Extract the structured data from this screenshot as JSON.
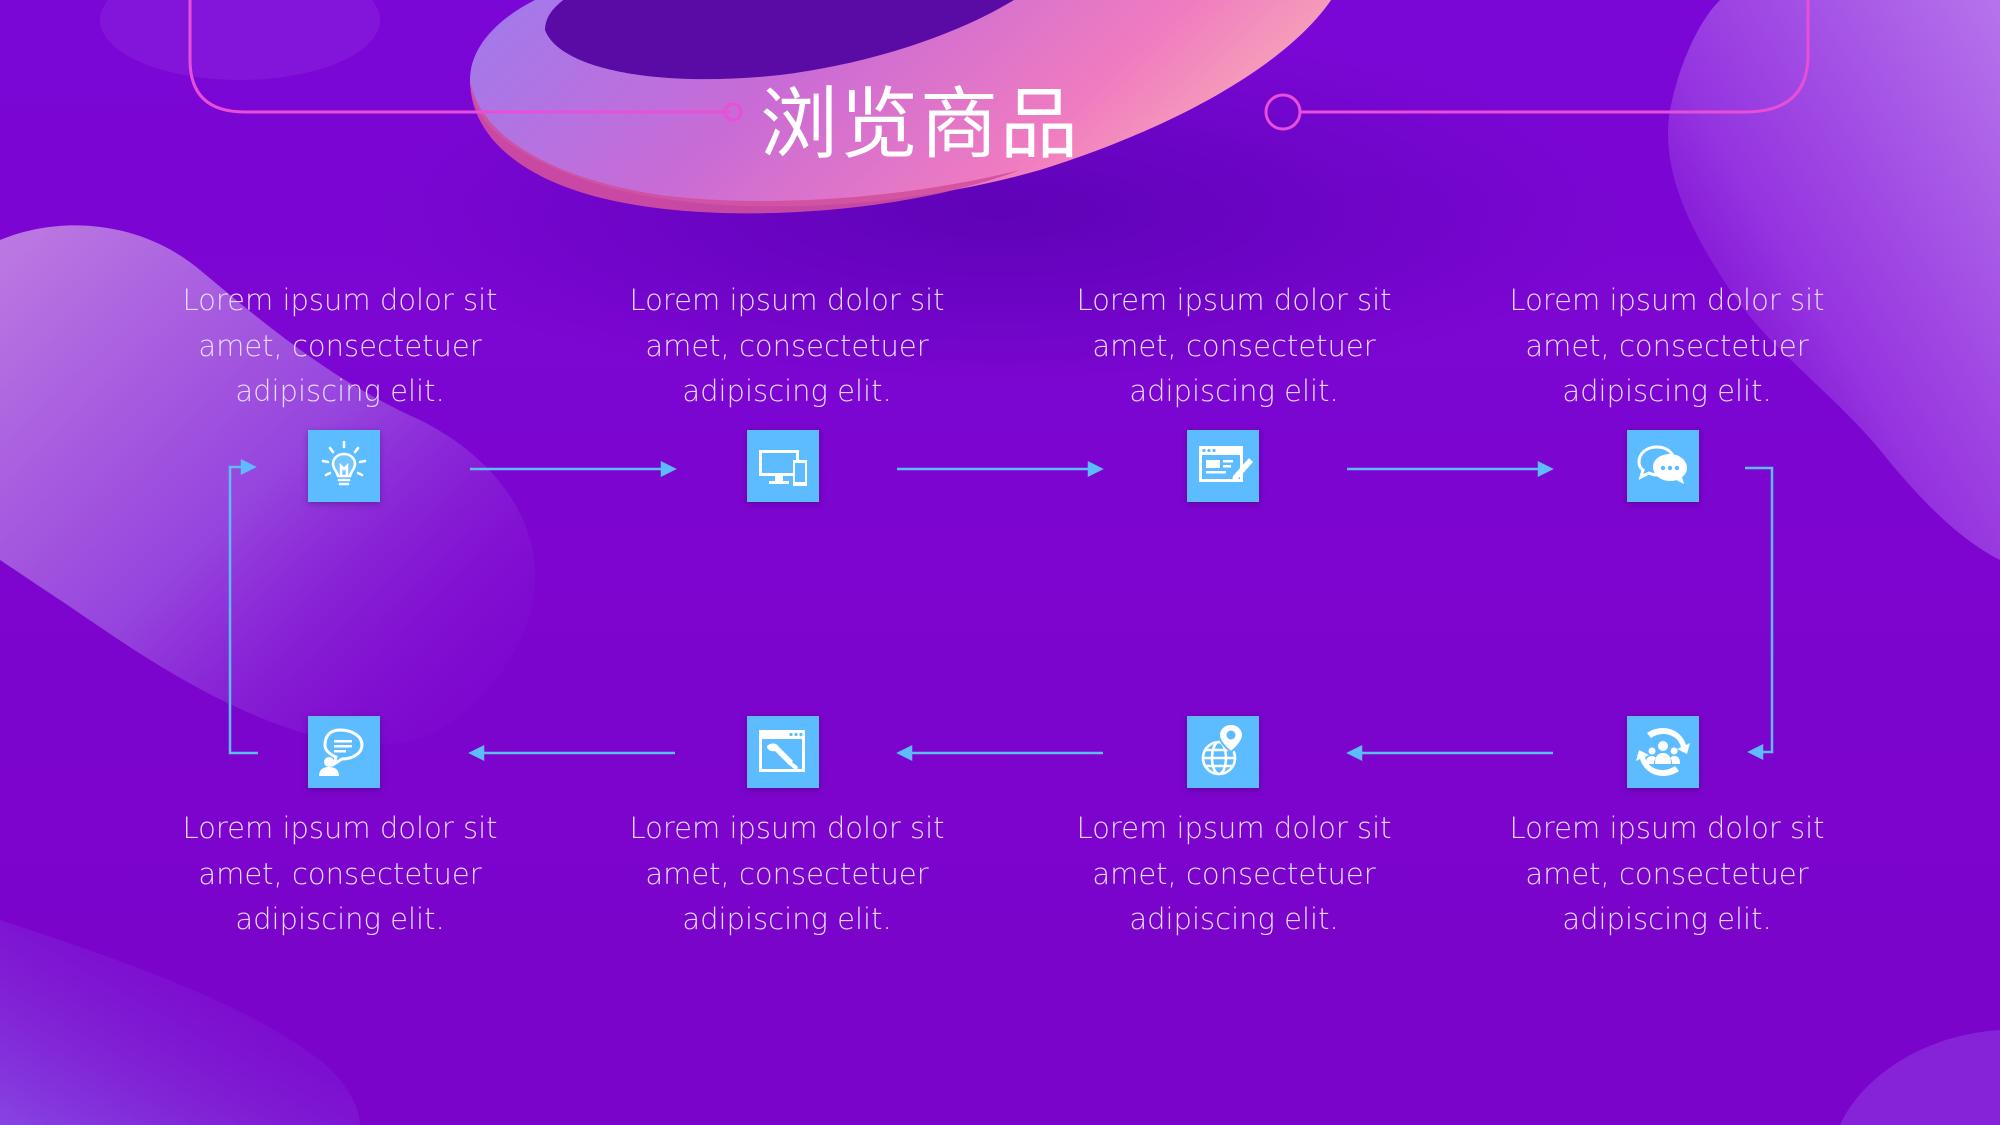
{
  "title": "浏览商品",
  "steps": [
    {
      "icon": "lightbulb-icon",
      "lines": [
        "Lorem ipsum dolor sit",
        "amet, consectetuer",
        "adipiscing elit."
      ]
    },
    {
      "icon": "devices-icon",
      "lines": [
        "Lorem ipsum dolor sit",
        "amet, consectetuer",
        "adipiscing elit."
      ]
    },
    {
      "icon": "edit-window-icon",
      "lines": [
        "Lorem ipsum dolor sit",
        "amet, consectetuer",
        "adipiscing elit."
      ]
    },
    {
      "icon": "chat-bubbles-icon",
      "lines": [
        "Lorem ipsum dolor sit",
        "amet, consectetuer",
        "adipiscing elit."
      ]
    },
    {
      "icon": "refresh-team-icon",
      "lines": [
        "Lorem ipsum dolor sit",
        "amet, consectetuer",
        "adipiscing elit."
      ]
    },
    {
      "icon": "globe-pin-icon",
      "lines": [
        "Lorem ipsum dolor sit",
        "amet, consectetuer",
        "adipiscing elit."
      ]
    },
    {
      "icon": "window-tools-icon",
      "lines": [
        "Lorem ipsum dolor sit",
        "amet, consectetuer",
        "adipiscing elit."
      ]
    },
    {
      "icon": "user-speech-icon",
      "lines": [
        "Lorem ipsum dolor sit",
        "amet, consectetuer",
        "adipiscing elit."
      ]
    }
  ],
  "colors": {
    "background": "#7d05cf",
    "icon_box": "#5cbcff",
    "connector": "#5cbcff",
    "frame_line": "#e84fd8",
    "text": "#e6dbff"
  }
}
